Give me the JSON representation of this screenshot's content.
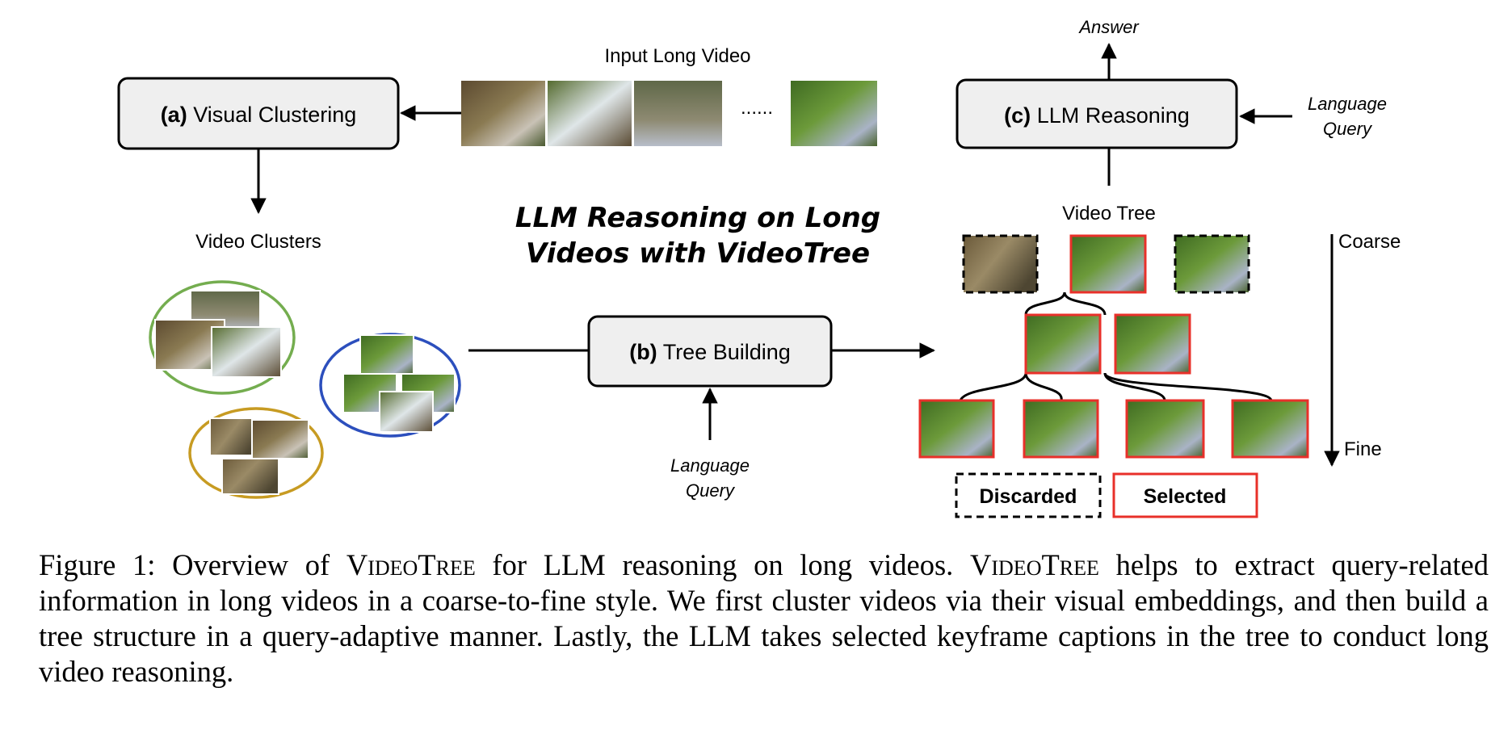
{
  "input_label": "Input Long Video",
  "ellipsis": "......",
  "box_a": {
    "tag": "(a)",
    "name": "Visual Clustering"
  },
  "box_b": {
    "tag": "(b)",
    "name": "Tree Building"
  },
  "box_c": {
    "tag": "(c)",
    "name": "LLM Reasoning"
  },
  "video_clusters_label": "Video Clusters",
  "video_tree_label": "Video Tree",
  "answer_label": "Answer",
  "language_query_top": [
    "Language",
    "Query"
  ],
  "language_query_bottom": [
    "Language",
    "Query"
  ],
  "tagline": [
    "LLM Reasoning on Long",
    "Videos with VideoTree"
  ],
  "coarse_label": "Coarse",
  "fine_label": "Fine",
  "legend": {
    "discarded": "Discarded",
    "selected": "Selected"
  },
  "colors": {
    "selected": "#e8302a",
    "cluster_green": "#74ad4f",
    "cluster_blue": "#2c4fbd",
    "cluster_gold": "#c79b22",
    "box_fill": "#efefef"
  },
  "caption": {
    "p1": "Figure 1: Overview of ",
    "name1": "VideoTree",
    "p2": " for LLM reasoning on long videos. ",
    "name2": "VideoTree",
    "p3": " helps to extract query-related information in long videos in a coarse-to-fine style. We first cluster videos via their visual embeddings, and then build a tree structure in a query-adaptive manner. Lastly, the LLM takes selected keyframe captions in the tree to conduct long video reasoning."
  }
}
